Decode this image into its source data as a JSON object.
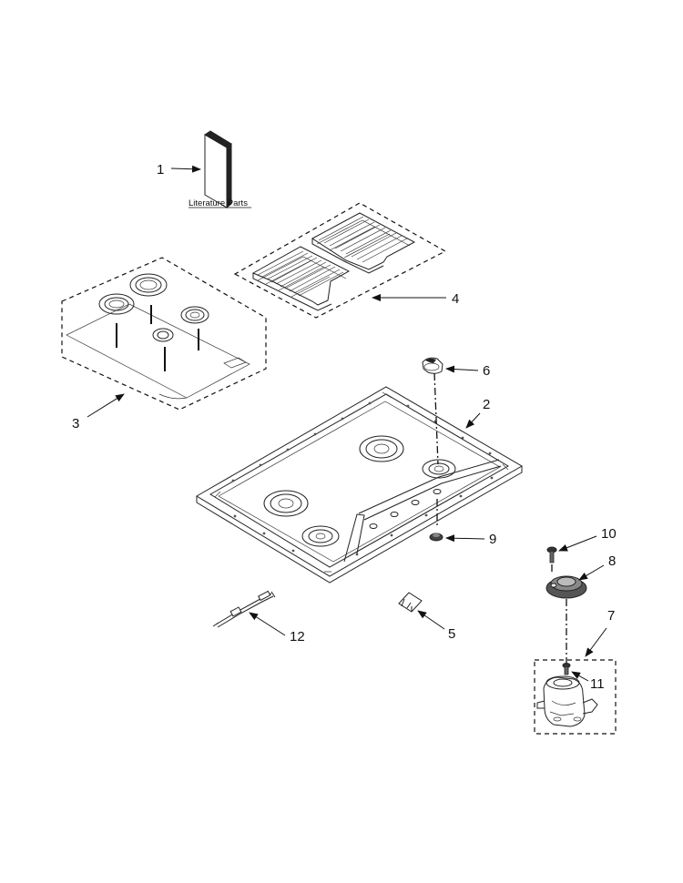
{
  "diagram": {
    "literature_label": "Literature Parts",
    "callouts": {
      "p1": "1",
      "p2": "2",
      "p3": "3",
      "p4": "4",
      "p5": "5",
      "p6": "6",
      "p7": "7",
      "p8": "8",
      "p9": "9",
      "p10": "10",
      "p11": "11",
      "p12": "12"
    }
  }
}
